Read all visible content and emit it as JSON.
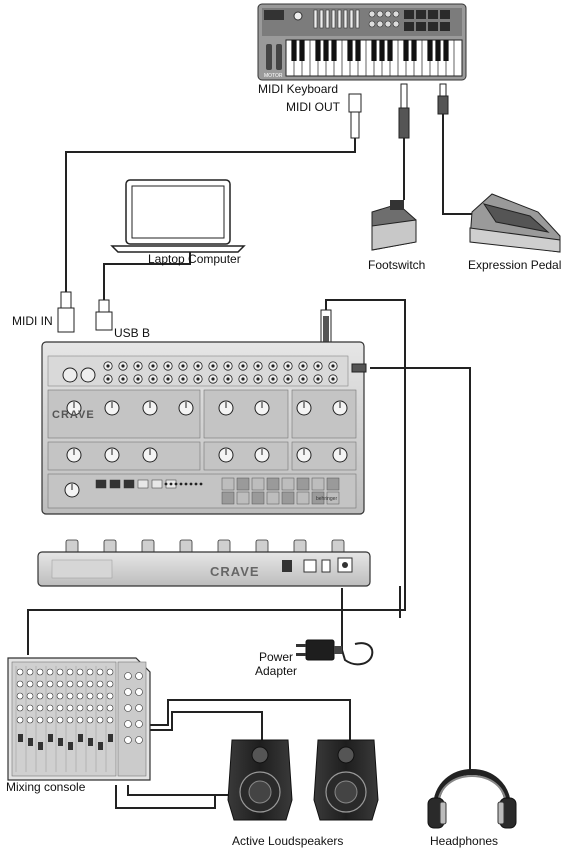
{
  "diagram": {
    "labels": {
      "midi_keyboard": "MIDI Keyboard",
      "midi_out": "MIDI OUT",
      "laptop": "Laptop Computer",
      "footswitch": "Footswitch",
      "expression_pedal": "Expression Pedal",
      "midi_in": "MIDI IN",
      "usb_b": "USB B",
      "power_adapter_line1": "Power",
      "power_adapter_line2": "Adapter",
      "mixing_console": "Mixing console",
      "active_loudspeakers": "Active Loudspeakers",
      "headphones": "Headphones"
    },
    "device_text": {
      "synth_logo": "CRAVE",
      "rear_logo": "CRAVE",
      "brand": "behringer",
      "keyboard_brand": "MOTOR"
    },
    "colors": {
      "cable": "#222222",
      "device_body": "#dcdcdc",
      "device_panel": "#c9c9c9",
      "dark": "#2b2b2b"
    }
  }
}
